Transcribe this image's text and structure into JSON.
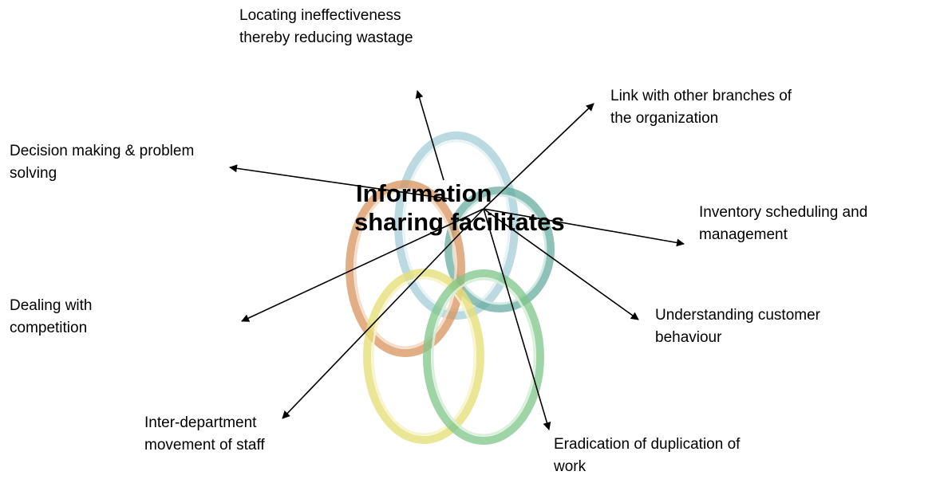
{
  "center": {
    "line1": "Information",
    "line2": "sharing facilitates"
  },
  "outcomes": {
    "locating": {
      "line1": "Locating ineffectiveness",
      "line2": "thereby reducing wastage"
    },
    "link": {
      "line1": "Link with other branches of",
      "line2": "the organization"
    },
    "decision": {
      "line1": "Decision making & problem",
      "line2": "solving"
    },
    "inventory": {
      "line1": "Inventory scheduling and",
      "line2": "management"
    },
    "competition": {
      "line1": "Dealing with",
      "line2": "competition"
    },
    "customer": {
      "line1": "Understanding customer",
      "line2": "behaviour"
    },
    "staff": {
      "line1": "Inter-department",
      "line2": "movement of staff"
    },
    "duplication": {
      "line1": "Eradication of duplication of",
      "line2": "work"
    }
  },
  "colors": {
    "ring_blue": "#9fc8d4",
    "ring_teal": "#5aa898",
    "ring_orange": "#d9955e",
    "ring_yellow": "#e8e27a",
    "ring_green": "#7fc78a",
    "arrow": "#000000"
  }
}
